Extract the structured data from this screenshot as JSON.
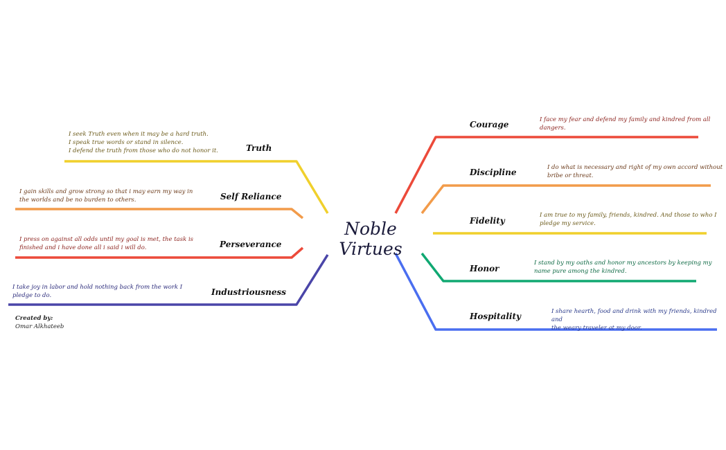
{
  "center": {
    "title": "Noble Virtues"
  },
  "branches": [
    {
      "id": "truth",
      "label": "Truth",
      "color": "#f0d02c",
      "side": "left",
      "text_color": "#6b5a1a",
      "description": "I seek Truth even when it may be a hard truth.\nI speak true words or stand in silence.\nI defend the truth from those who do not honor it."
    },
    {
      "id": "self-reliance",
      "label": "Self Reliance",
      "color": "#f29b4a",
      "side": "left",
      "text_color": "#6b3a1a",
      "description": "I gain skills and grow strong so that i may earn my way in\nthe worlds and be no burden to others."
    },
    {
      "id": "perseverance",
      "label": "Perseverance",
      "color": "#ec4a3a",
      "side": "left",
      "text_color": "#8a1f1a",
      "description": "I press on against all odds until my goal is met, the task is\nfinished and i have done all i said i will do."
    },
    {
      "id": "industriousness",
      "label": "Industriousness",
      "color": "#4a45a8",
      "side": "left",
      "text_color": "#2a2a7a",
      "description": "I take joy in labor and hold nothing back from the work I\npledge to do."
    },
    {
      "id": "courage",
      "label": "Courage",
      "color": "#ec4a3a",
      "side": "right",
      "text_color": "#8a1f1a",
      "description": "I face my fear and defend my family and kindred from all\ndangers."
    },
    {
      "id": "discipline",
      "label": "Discipline",
      "color": "#f29b4a",
      "side": "right",
      "text_color": "#6b3a1a",
      "description": "I do what is necessary and right of my own accord without\nbribe or threat."
    },
    {
      "id": "fidelity",
      "label": "Fidelity",
      "color": "#f0d02c",
      "side": "right",
      "text_color": "#6b5a1a",
      "description": "I am true to my family, friends, kindred. And those to who I\npledge my service."
    },
    {
      "id": "honor",
      "label": "Honor",
      "color": "#10a872",
      "side": "right",
      "text_color": "#0f6a45",
      "description": "I stand by my oaths and honor my ancestors by keeping my\nname pure among the kindred."
    },
    {
      "id": "hospitality",
      "label": "Hospitality",
      "color": "#4a6ef0",
      "side": "right",
      "text_color": "#2a3a8a",
      "description": "I share hearth, food and drink with my friends, kindred and\nthe weary traveler at my door."
    }
  ],
  "credit": {
    "heading": "Created by:",
    "author": "Omar Alkhateeb"
  }
}
